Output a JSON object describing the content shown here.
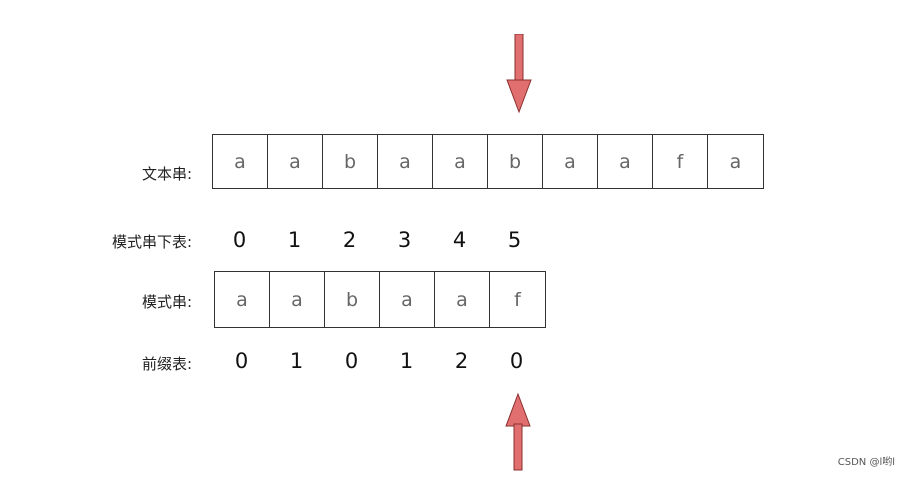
{
  "labels": {
    "text_string": "文本串:",
    "pattern_index": "模式串下表:",
    "pattern_string": "模式串:",
    "prefix_table": "前缀表:"
  },
  "text_string": [
    "a",
    "a",
    "b",
    "a",
    "a",
    "b",
    "a",
    "a",
    "f",
    "a"
  ],
  "pattern_index": [
    "0",
    "1",
    "2",
    "3",
    "4",
    "5"
  ],
  "pattern_string": [
    "a",
    "a",
    "b",
    "a",
    "a",
    "f"
  ],
  "prefix_table": [
    "0",
    "1",
    "0",
    "1",
    "2",
    "0"
  ],
  "arrow_color": "#e26f6f",
  "watermark": "CSDN @l哟l"
}
